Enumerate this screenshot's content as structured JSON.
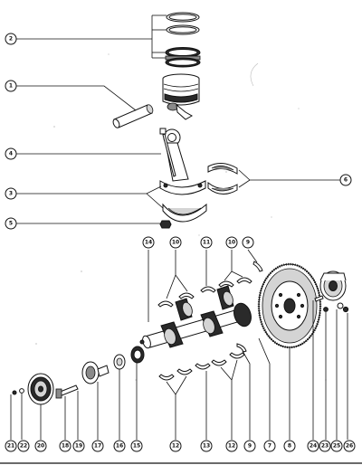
{
  "diagram": {
    "callouts": {
      "c2": "2",
      "c1": "1",
      "c4": "4",
      "c3": "3",
      "c5": "5",
      "c6": "6",
      "c14": "14",
      "c10a": "10",
      "c11": "11",
      "c10b": "10",
      "c9top": "9",
      "c21": "21",
      "c22": "22",
      "c20": "20",
      "c18": "18",
      "c19": "19",
      "c17": "17",
      "c16": "16",
      "c15": "15",
      "c12a": "12",
      "c13": "13",
      "c12b": "12",
      "c9bot": "9",
      "c7": "7",
      "c8": "8",
      "c24": "24",
      "c23": "23",
      "c25": "25",
      "c26": "26"
    }
  }
}
